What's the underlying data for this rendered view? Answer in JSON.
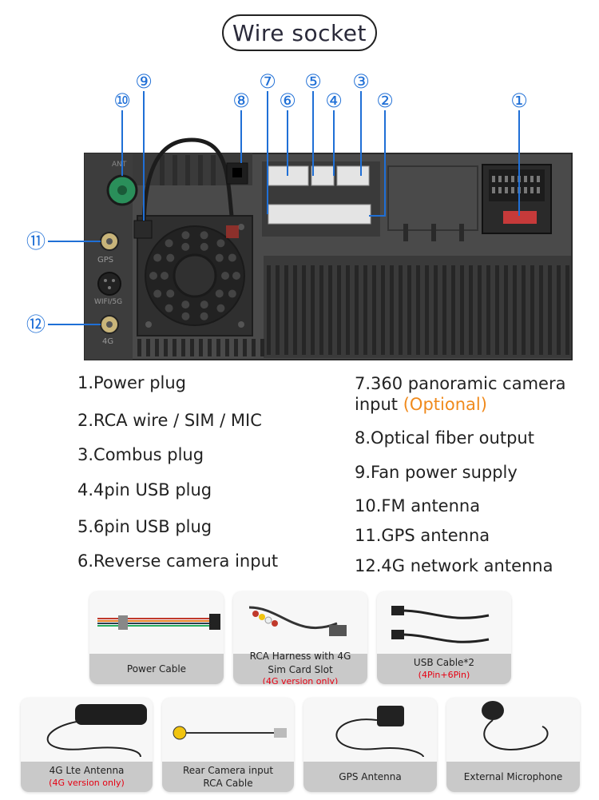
{
  "title": "Wire socket",
  "callouts": [
    "⑩",
    "⑨",
    "⑧",
    "⑦",
    "⑥",
    "⑤",
    "④",
    "③",
    "②",
    "①",
    "⑪",
    "⑫"
  ],
  "unit_labels": {
    "ant": "ANT",
    "gps": "GPS",
    "wifi": "WIFI/5G",
    "fourg": "4G"
  },
  "left_list": [
    "1.Power plug",
    "2.RCA wire / SIM / MIC",
    "3.Combus plug",
    "4.4pin USB plug",
    "5.6pin USB plug",
    "6.Reverse camera input"
  ],
  "right_list": {
    "item7_line1": "7.360 panoramic camera",
    "item7_line2": "input",
    "item7_optional": "(Optional)",
    "item8": "8.Optical fiber output",
    "item9": "9.Fan power supply",
    "item10": "10.FM antenna",
    "item11": "11.GPS antenna",
    "item12": "12.4G network antenna"
  },
  "accessories": [
    {
      "caption": "Power Cable",
      "note": ""
    },
    {
      "caption": "RCA Harness with 4G Sim Card Slot",
      "note": "(4G version only)"
    },
    {
      "caption": "USB Cable*2",
      "note": "(4Pin+6Pin)"
    },
    {
      "caption": "4G Lte Antenna",
      "note": "(4G version only)"
    },
    {
      "caption": "Rear Camera input RCA Cable",
      "note": ""
    },
    {
      "caption": "GPS Antenna",
      "note": ""
    },
    {
      "caption": "External Microphone",
      "note": ""
    }
  ],
  "colors": {
    "callout_blue": "#1f6fd6",
    "optional_orange": "#f08a1c",
    "note_red": "#e60012"
  }
}
